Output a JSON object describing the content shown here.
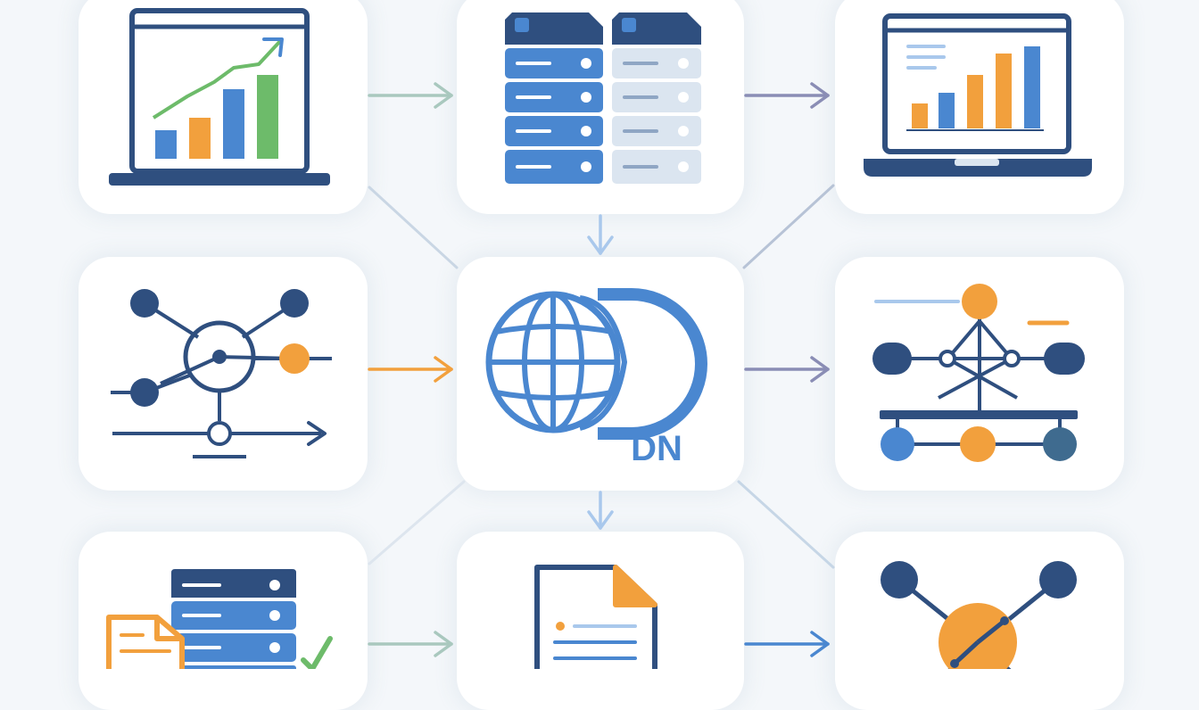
{
  "colors": {
    "background": "#f4f7fa",
    "card": "#ffffff",
    "navy": "#2f4f7f",
    "blue": "#4a87d0",
    "light_blue": "#a9c8ec",
    "pale_blue": "#dbe5f0",
    "orange": "#f2a03d",
    "green": "#6dbb6a",
    "teal_arrow": "#a9c8be",
    "purple_arrow": "#8a8db5",
    "connector": "#c9d6e4"
  },
  "center_logo": {
    "text": "DN",
    "icon": "globe-d-icon"
  },
  "nodes": [
    {
      "id": "analytics-laptop",
      "icon": "laptop-growth-chart-icon"
    },
    {
      "id": "server-cluster",
      "icon": "server-rack-icon"
    },
    {
      "id": "dashboard-laptop",
      "icon": "laptop-bar-chart-icon"
    },
    {
      "id": "network-graph",
      "icon": "network-nodes-icon"
    },
    {
      "id": "hierarchy-graph",
      "icon": "hierarchy-nodes-icon"
    },
    {
      "id": "database-documents",
      "icon": "database-document-check-icon"
    },
    {
      "id": "document",
      "icon": "document-icon"
    },
    {
      "id": "hub-node",
      "icon": "hub-node-icon"
    }
  ],
  "arrows": [
    {
      "id": "arrow-analytics-to-server",
      "icon": "arrow-right-icon",
      "color": "teal"
    },
    {
      "id": "arrow-server-to-dashboard",
      "icon": "arrow-right-icon",
      "color": "purple"
    },
    {
      "id": "arrow-server-to-center",
      "icon": "arrow-down-icon",
      "color": "light-blue"
    },
    {
      "id": "arrow-network-to-center",
      "icon": "arrow-right-icon",
      "color": "orange"
    },
    {
      "id": "arrow-center-to-hierarchy",
      "icon": "arrow-right-icon",
      "color": "purple"
    },
    {
      "id": "arrow-center-to-document",
      "icon": "arrow-down-icon",
      "color": "light-blue"
    },
    {
      "id": "arrow-database-to-document",
      "icon": "arrow-right-icon",
      "color": "teal"
    },
    {
      "id": "arrow-document-to-hub",
      "icon": "arrow-right-icon",
      "color": "blue"
    }
  ]
}
